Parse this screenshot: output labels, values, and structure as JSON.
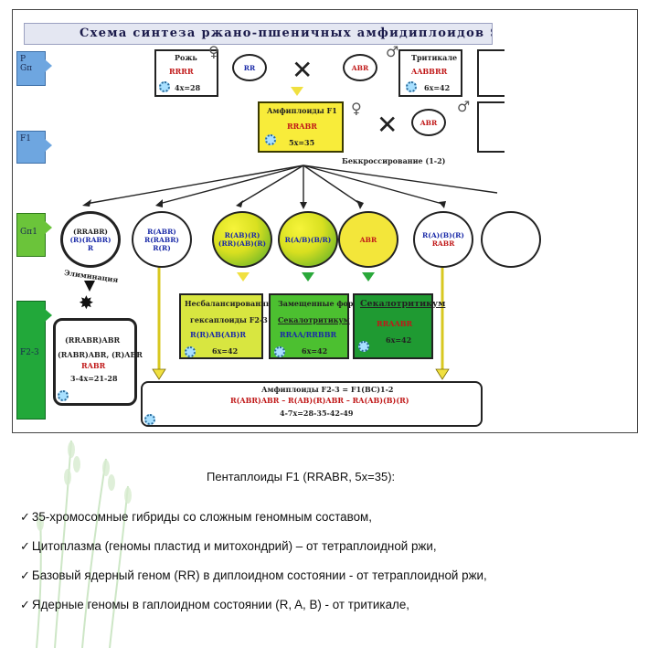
{
  "diagram": {
    "title": "Схема синтеза ржано-пшеничных амфидиплоидов Secalo",
    "stages": [
      "P",
      "Gп",
      "F1",
      "Gп1",
      "F2-3"
    ],
    "parents": {
      "rye_label": "Рожь",
      "rye_genome": "RRRR",
      "rye_chrom": "4x=28",
      "rye_gamete": "RR",
      "trit_label": "Тритикале",
      "trit_genome": "AABBRR",
      "trit_chrom": "6x=42",
      "trit_gamete": "ABR",
      "female_symbol": "♀",
      "male_symbol": "♂",
      "cross_symbol": "✕"
    },
    "f1": {
      "label": "Амфиплоиды F1",
      "genome": "RRABR",
      "chrom": "5x=35",
      "backcross_gamete": "ABR",
      "backcross_label": "Беккроссирование (1-2)"
    },
    "gametes": [
      {
        "l1": "(RRABR)",
        "l2": "(R)(RABR)",
        "l3": "R"
      },
      {
        "l1": "R(ABR)",
        "l2": "R(RABR)",
        "l3": "R(R)"
      },
      {
        "l1": "R(AB)(R)",
        "l2": "(RR)(AB)(R)",
        "l3": ""
      },
      {
        "l1": "R(A/B)(B/R)",
        "l2": "",
        "l3": ""
      },
      {
        "l1": "ABR",
        "l2": "",
        "l3": ""
      },
      {
        "l1": "R(A)(B)(R)",
        "l2": "RABR",
        "l3": ""
      }
    ],
    "elimination_label": "Элиминация",
    "f2_boxes": [
      {
        "title": "Несбалансированные",
        "l2": "гексаплоиды F2-3",
        "l3": "R(R)AB(AB)R",
        "l4": "6x=42"
      },
      {
        "title": "Замещенные формы",
        "l2": "Секалотритикум",
        "l3": "RRAA/RRBBR",
        "l4": "6x=42"
      },
      {
        "title": "Секалотритикум",
        "l2": "RRAABR",
        "l3": "6x=42",
        "l4": ""
      }
    ],
    "left_box": {
      "l1": "(RRABR)ABR",
      "l2": "(RABR)ABR, (R)ABR",
      "l3": "RABR",
      "l4": "3-4x=21-28"
    },
    "bottom_box": {
      "l1": "Амфиплоиды F2-3 = F1(BC)1-2",
      "l2": "R(ABR)ABR – R(AB)(R)ABR – RA(AB)(B)(R)",
      "l3": "4-7x=28-35-42-49"
    }
  },
  "text": {
    "heading": "Пентаплоиды F1 (RRABR, 5x=35):",
    "check_mark": "✓",
    "bullets": [
      "35-хромосомные гибриды со сложным геномным составом,",
      "Цитоплазма (геномы пластид и митохондрий) – от тетраплоидной ржи,",
      "Базовый ядерный геном (RR) в диплоидном состоянии - от тетраплоидной ржи,",
      "Ядерные геномы в гаплоидном состоянии (R, A, B) - от тритикале,"
    ]
  },
  "colors": {
    "stage_blue": "#6ea6e0",
    "stage_green": "#6bc43a",
    "box_yellow": "#f8ec3a",
    "box_green": "#22a83a"
  }
}
